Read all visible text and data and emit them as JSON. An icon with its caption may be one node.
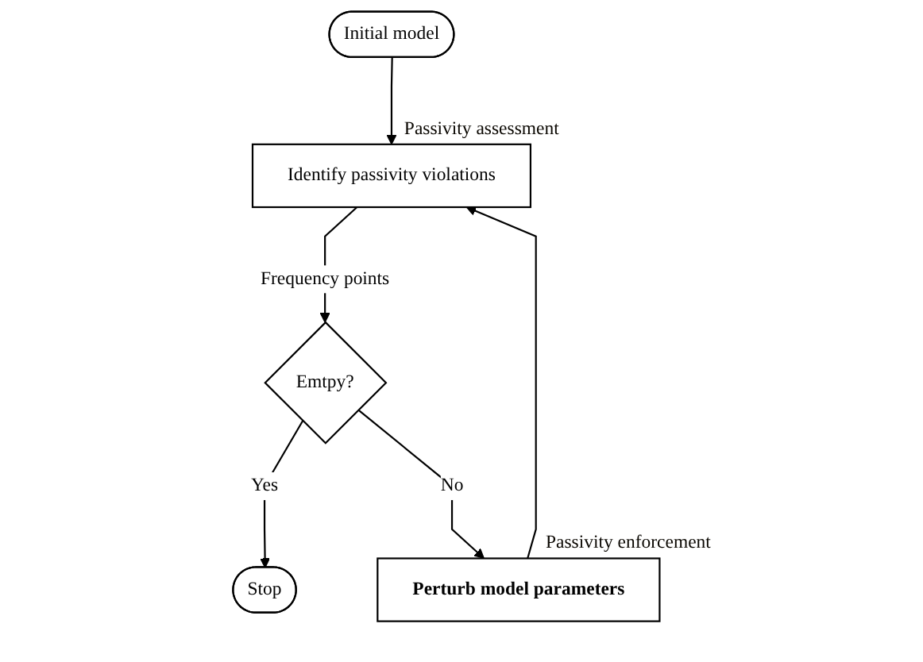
{
  "diagram": {
    "nodes": [
      {
        "text": [
          "Initial model"
        ]
      },
      {
        "text": [
          "Identify passivity violations"
        ],
        "beside": [
          "Passivity assessment"
        ]
      },
      {
        "text": [
          "Emtpy?"
        ]
      },
      {
        "text": [
          "Stop"
        ]
      },
      {
        "text": [
          "Perturb model parameters"
        ],
        "beside": [
          "Passivity enforcement"
        ]
      }
    ],
    "edges": [
      {
        "from": 0,
        "to": 1,
        "arrow": "to"
      },
      {
        "from": 1,
        "to": 2,
        "label": "Frequency points",
        "arrow": "to"
      },
      {
        "from": 2,
        "to": 3,
        "label": "Yes",
        "arrow": "to"
      },
      {
        "from": 2,
        "to": 4,
        "label": "No",
        "arrow": "to"
      },
      {
        "from": 4,
        "to": 1,
        "arrow": "to"
      }
    ]
  }
}
